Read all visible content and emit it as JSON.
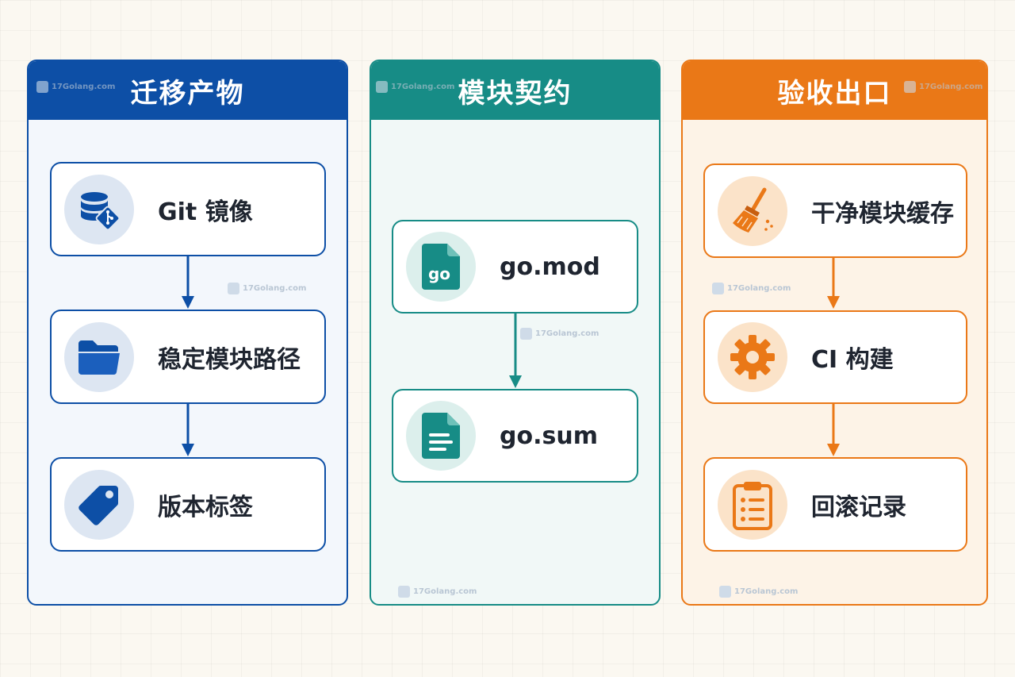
{
  "columns": [
    {
      "title": "迁移产物",
      "color": "#0d4fa6",
      "items": [
        {
          "label": "Git 镜像",
          "icon": "database-git-icon"
        },
        {
          "label": "稳定模块路径",
          "icon": "folder-icon"
        },
        {
          "label": "版本标签",
          "icon": "tag-icon"
        }
      ]
    },
    {
      "title": "模块契约",
      "color": "#178c86",
      "items": [
        {
          "label": "go.mod",
          "icon": "go-file-icon",
          "icon_text": "go"
        },
        {
          "label": "go.sum",
          "icon": "document-icon"
        }
      ]
    },
    {
      "title": "验收出口",
      "color": "#ea7817",
      "items": [
        {
          "label": "干净模块缓存",
          "icon": "broom-icon"
        },
        {
          "label": "CI 构建",
          "icon": "gear-icon"
        },
        {
          "label": "回滚记录",
          "icon": "clipboard-checklist-icon"
        }
      ]
    }
  ],
  "watermark": "17Golang.com"
}
